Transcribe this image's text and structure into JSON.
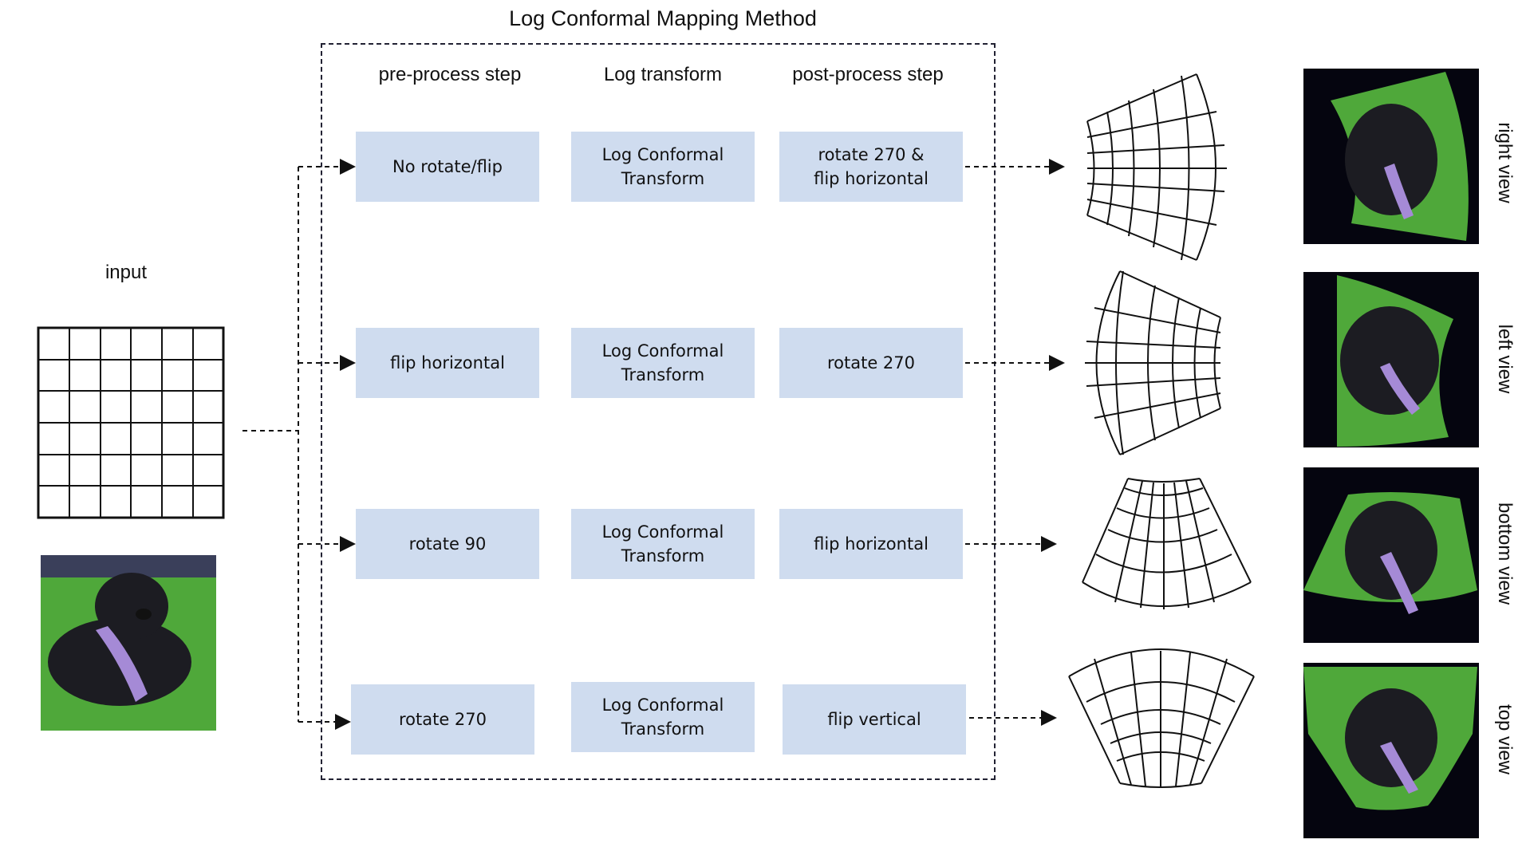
{
  "title": "Log Conformal Mapping Method",
  "columns": {
    "pre": "pre-process step",
    "log": "Log transform",
    "post": "post-process step"
  },
  "input_label": "input",
  "rows": [
    {
      "pre": "No rotate/flip",
      "log": "Log Conformal\nTransform",
      "post": "rotate 270 &\nflip horizontal",
      "view": "right view"
    },
    {
      "pre": "flip horizontal",
      "log": "Log Conformal\nTransform",
      "post": "rotate 270",
      "view": "left view"
    },
    {
      "pre": "rotate 90",
      "log": "Log Conformal\nTransform",
      "post": "flip horizontal",
      "view": "bottom view"
    },
    {
      "pre": "rotate 270",
      "log": "Log Conformal\nTransform",
      "post": "flip vertical",
      "view": "top view"
    }
  ],
  "colors": {
    "box_fill": "#cfdcef",
    "photo_background": "#05050f",
    "grass": "#4fa83a",
    "dog": "#1c1c22",
    "collar": "#a58ad6"
  },
  "icons": [
    "input-grid-icon",
    "input-dog-photo",
    "warped-grid-icon",
    "warped-dog-photo"
  ]
}
